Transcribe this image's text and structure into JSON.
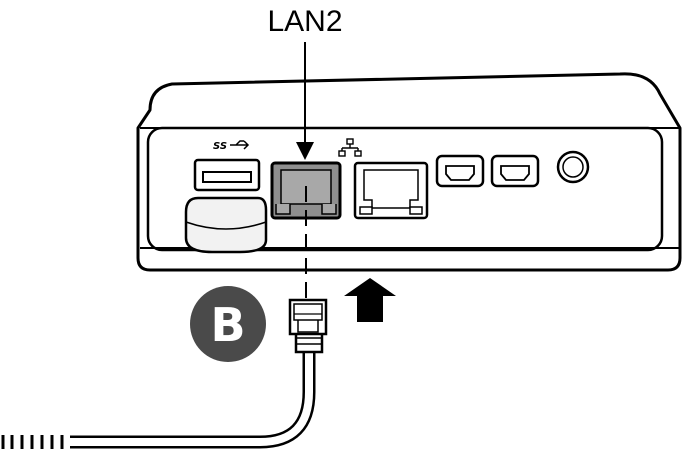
{
  "diagram": {
    "port_label": "LAN2",
    "step_badge": "B",
    "usb_logo_text": "SS",
    "colors": {
      "outline": "#000000",
      "device_fill": "#ffffff",
      "highlight_port": "#8f8f8f",
      "badge": "#4a4a4a",
      "usb_dongle": "#f2f2f2",
      "cable": "#ffffff"
    },
    "icons": [
      "network-icon",
      "usb-superspeed-icon",
      "up-arrow-icon",
      "down-arrow-icon"
    ]
  }
}
